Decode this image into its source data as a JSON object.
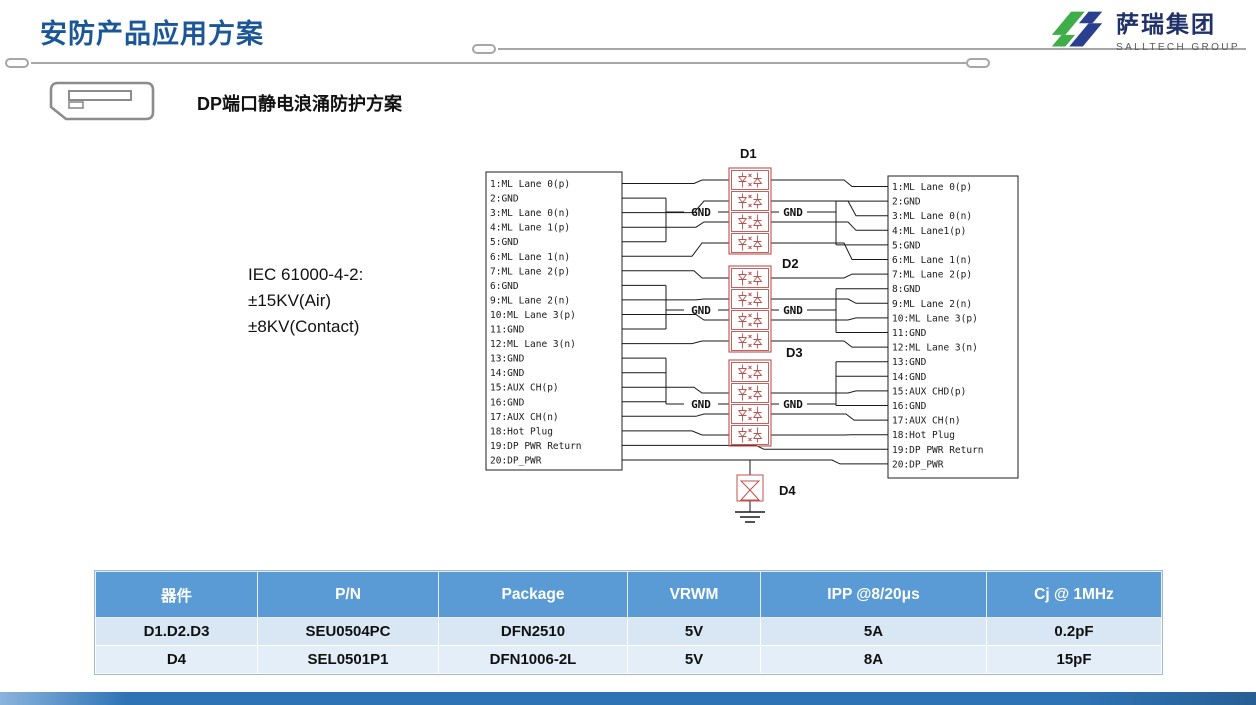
{
  "header": {
    "title": "安防产品应用方案",
    "logo": {
      "name": "萨瑞集团",
      "subtitle": "SALLTECH GROUP"
    }
  },
  "section": {
    "title": "DP端口静电浪涌防护方案"
  },
  "diagram": {
    "iec_lines": [
      "IEC 61000-4-2:",
      "±15KV(Air)",
      "±8KV(Contact)"
    ],
    "gnd_label": "GND",
    "devices": {
      "d1": "D1",
      "d2": "D2",
      "d3": "D3",
      "d4": "D4"
    },
    "left_pins": [
      "1:ML Lane 0(p)",
      "2:GND",
      "3:ML Lane 0(n)",
      "4:ML Lane 1(p)",
      "5:GND",
      "6:ML Lane 1(n)",
      "7:ML Lane 2(p)",
      "6:GND",
      "9:ML Lane 2(n)",
      "10:ML Lane 3(p)",
      "11:GND",
      "12:ML Lane 3(n)",
      "13:GND",
      "14:GND",
      "15:AUX CH(p)",
      "16:GND",
      "17:AUX CH(n)",
      "18:Hot Plug",
      "19:DP PWR Return",
      "20:DP_PWR"
    ],
    "right_pins": [
      "1:ML Lane 0(p)",
      "2:GND",
      "3:ML Lane 0(n)",
      "4:ML Lane1(p)",
      "5:GND",
      "6:ML Lane 1(n)",
      "7:ML Lane 2(p)",
      "8:GND",
      "9:ML Lane 2(n)",
      "10:ML Lane 3(p)",
      "11:GND",
      "12:ML Lane 3(n)",
      "13:GND",
      "14:GND",
      "15:AUX CHD(p)",
      "16:GND",
      "17:AUX CH(n)",
      "18:Hot Plug",
      "19:DP PWR Return",
      "20:DP_PWR"
    ]
  },
  "table": {
    "headers": [
      "器件",
      "P/N",
      "Package",
      "VRWM",
      "IPP @8/20μs",
      "Cj @ 1MHz"
    ],
    "rows": [
      [
        "D1.D2.D3",
        "SEU0504PC",
        "DFN2510",
        "5V",
        "5A",
        "0.2pF"
      ],
      [
        "D4",
        "SEL0501P1",
        "DFN1006-2L",
        "5V",
        "8A",
        "15pF"
      ]
    ]
  },
  "colors": {
    "title_blue": "#1b5796",
    "table_header_blue": "#5b9bd5",
    "footer_blue": "#2e74b5",
    "schematic_red": "#c0504d",
    "logo_green": "#3fae49",
    "logo_blue": "#2b3f8f"
  }
}
